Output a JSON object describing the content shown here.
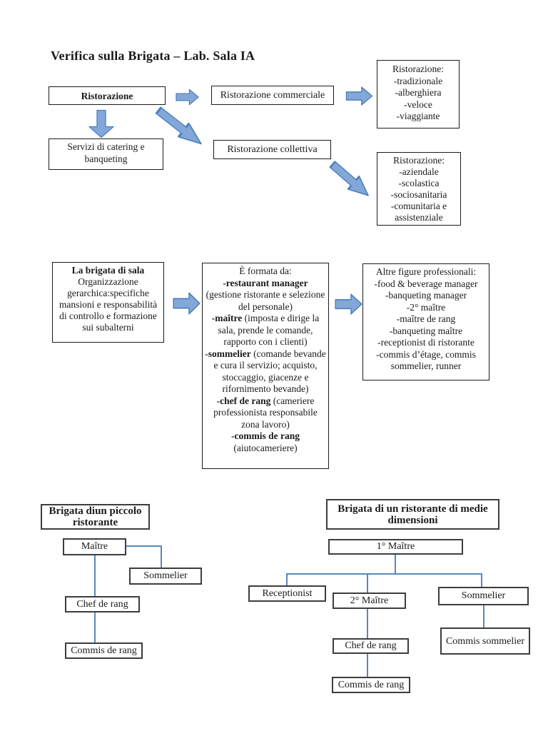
{
  "page": {
    "title": "Verifica sulla Brigata – Lab. Sala IA"
  },
  "colors": {
    "arrow_fill": "#84a7d9",
    "arrow_stroke": "#4f81bd",
    "connector": "#5b87bb"
  },
  "flow": {
    "ristorazione": "Ristorazione",
    "commerciale": "Ristorazione commerciale",
    "commerciale_types": [
      "Ristorazione:",
      "-tradizionale",
      "-alberghiera",
      "-veloce",
      "-viaggiante"
    ],
    "catering": "Servizi di catering e banqueting",
    "collettiva": "Ristorazione collettiva",
    "collettiva_types": [
      "Ristorazione:",
      "-aziendale",
      "-scolastica",
      "-sociosanitaria",
      "-comunitaria e assistenziale"
    ]
  },
  "brigata": {
    "intro_title": "La brigata di sala",
    "intro_body": "Organizzazione gerarchica:specifiche mansioni e responsabilità di controllo e formazione sui subalterni",
    "formata_header": "È formata da:",
    "formata_items": [
      {
        "term": "-restaurant manager",
        "desc": " (gestione ristorante e selezione del personale)"
      },
      {
        "term": "-maître",
        "desc": " (imposta e dirige la sala, prende le comande, rapporto con i clienti)"
      },
      {
        "term": "-sommelier",
        "desc": " (comande bevande e cura il servizio; acquisto, stoccaggio, giacenze e rifornimento bevande)"
      },
      {
        "term": "-chef de rang",
        "desc": " (cameriere professionista responsabile zona lavoro)"
      },
      {
        "term": "-commis de rang",
        "desc": " (aiutocameriere)"
      }
    ],
    "altre_header": "Altre figure professionali:",
    "altre_items": [
      "-food & beverage manager",
      "-banqueting manager",
      "-2° maître",
      "-maître de rang",
      "-banqueting maître",
      "-receptionist di ristorante",
      "-commis d’étage, commis sommelier, runner"
    ]
  },
  "org_small": {
    "title": "Brigata diun piccolo ristorante",
    "maitre": "Maître",
    "sommelier": "Sommelier",
    "chef": "Chef de rang",
    "commis": "Commis de rang"
  },
  "org_medium": {
    "title": "Brigata di un ristorante di medie dimensioni",
    "maitre1": "1° Maître",
    "receptionist": "Receptionist",
    "maitre2": "2° Maître",
    "sommelier": "Sommelier",
    "commis_sommelier": "Commis sommelier",
    "chef": "Chef de rang",
    "commis": "Commis de rang"
  }
}
